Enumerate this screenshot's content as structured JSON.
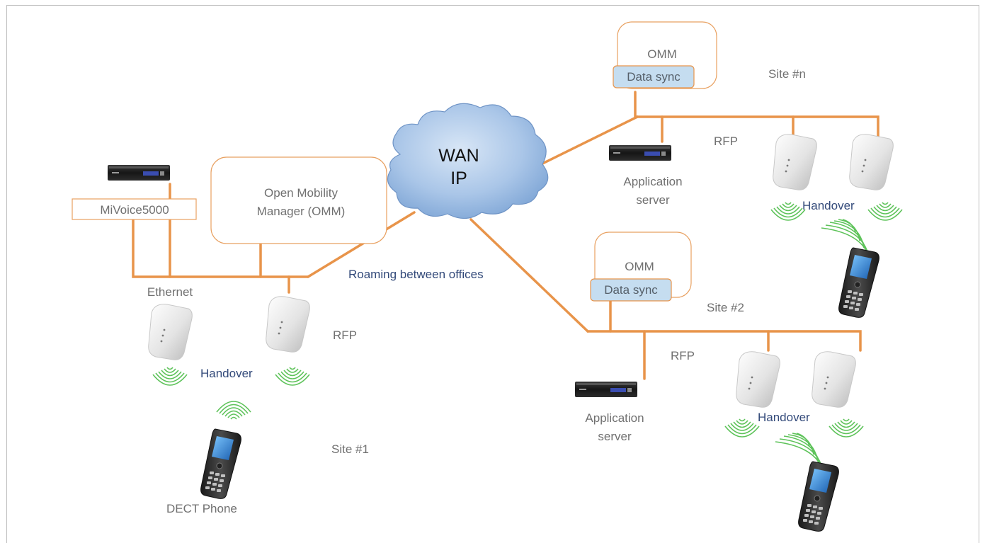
{
  "labels": {
    "wan_line1": "WAN",
    "wan_line2": "IP",
    "roaming": "Roaming between offices",
    "omm_main_line1": "Open Mobility",
    "omm_main_line2": "Manager (OMM)",
    "mivoice": "MiVoice5000",
    "ethernet": "Ethernet",
    "rfp": "RFP",
    "handover": "Handover",
    "site1": "Site #1",
    "site2": "Site #2",
    "siten": "Site #n",
    "dect_phone": "DECT Phone",
    "omm": "OMM",
    "data_sync": "Data sync",
    "app_server_line1": "Application",
    "app_server_line2": "server"
  },
  "colors": {
    "cable": "#e8944a",
    "box_border": "#e8a060",
    "sync_fill": "#c5ddf0",
    "sync_border": "#e8944a",
    "signal": "#5ec35a",
    "cloud_fill": "#a9c6e8"
  },
  "icons": [
    "server-icon",
    "dect-base-station-icon",
    "dect-phone-icon",
    "radio-signal-icon",
    "cloud-icon"
  ]
}
